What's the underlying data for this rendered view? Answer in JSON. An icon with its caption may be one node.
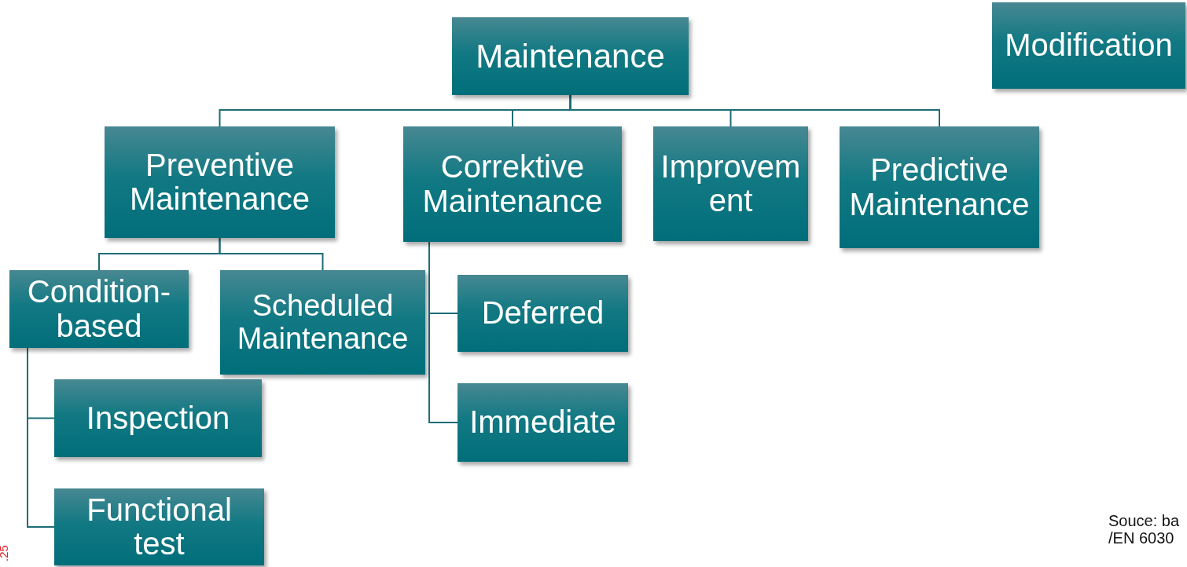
{
  "diagram": {
    "nodes": [
      {
        "text": [
          "Maintenance"
        ]
      },
      {
        "text": [
          "Preventive Maintenance"
        ]
      },
      {
        "text": [
          "Correktive Maintenance"
        ]
      },
      {
        "text": [
          "Improvement"
        ]
      },
      {
        "text": [
          "Predictive Maintenance"
        ]
      },
      {
        "text": [
          "Modification"
        ]
      },
      {
        "text": [
          "Condition-based"
        ]
      },
      {
        "text": [
          "Scheduled Maintenance"
        ]
      },
      {
        "text": [
          "Deferred"
        ]
      },
      {
        "text": [
          "Immediate"
        ]
      },
      {
        "text": [
          "Inspection"
        ]
      },
      {
        "text": [
          "Functional test"
        ]
      }
    ],
    "edges": [
      {
        "from": 0,
        "to": 1,
        "arrow": "none"
      },
      {
        "from": 0,
        "to": 2,
        "arrow": "none"
      },
      {
        "from": 0,
        "to": 3,
        "arrow": "none"
      },
      {
        "from": 0,
        "to": 4,
        "arrow": "none"
      },
      {
        "from": 1,
        "to": 6,
        "arrow": "none"
      },
      {
        "from": 1,
        "to": 7,
        "arrow": "none"
      },
      {
        "from": 2,
        "to": 8,
        "arrow": "none"
      },
      {
        "from": 2,
        "to": 9,
        "arrow": "none"
      },
      {
        "from": 6,
        "to": 10,
        "arrow": "none"
      },
      {
        "from": 6,
        "to": 11,
        "arrow": "none"
      }
    ],
    "labels": [
      ".25",
      "Souce: ba",
      "/EN 6030"
    ]
  }
}
